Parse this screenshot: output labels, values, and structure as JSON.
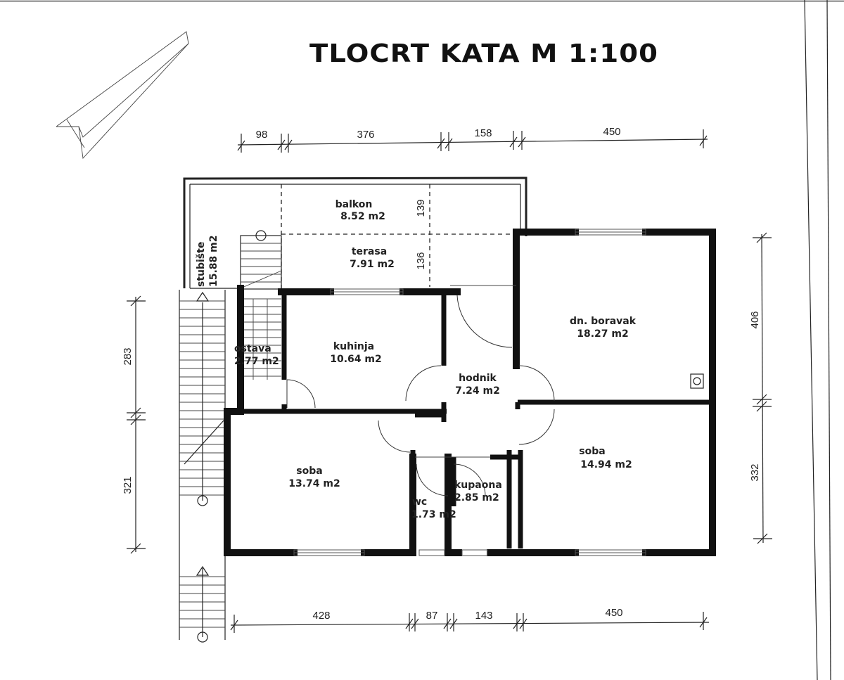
{
  "title": "TLOCRT KATA  M  1:100",
  "dimensions": {
    "top": [
      "98",
      "376",
      "158",
      "450"
    ],
    "bottom": [
      "428",
      "87",
      "143",
      "450"
    ],
    "left": [
      "283",
      "321"
    ],
    "right": [
      "406",
      "332"
    ],
    "balcony_depth": "139",
    "terrace_depth": "136"
  },
  "rooms": {
    "balkon": {
      "name": "balkon",
      "area": "8.52 m2"
    },
    "terasa": {
      "name": "terasa",
      "area": "7.91 m2"
    },
    "stubiste": {
      "name": "stubište",
      "area": "15.88 m2"
    },
    "ostava": {
      "name": "ostava",
      "area": "2.77 m2"
    },
    "kuhinja": {
      "name": "kuhinja",
      "area": "10.64 m2"
    },
    "hodnik": {
      "name": "hodnik",
      "area": "7.24 m2"
    },
    "boravak": {
      "name": "dn. boravak",
      "area": "18.27 m2"
    },
    "soba_left": {
      "name": "soba",
      "area": "13.74 m2"
    },
    "soba_right": {
      "name": "soba",
      "area": "14.94 m2"
    },
    "wc": {
      "name": "wc",
      "area": "1.73 m2"
    },
    "kupaona": {
      "name": "kupaona",
      "area": "2.85 m2"
    }
  }
}
